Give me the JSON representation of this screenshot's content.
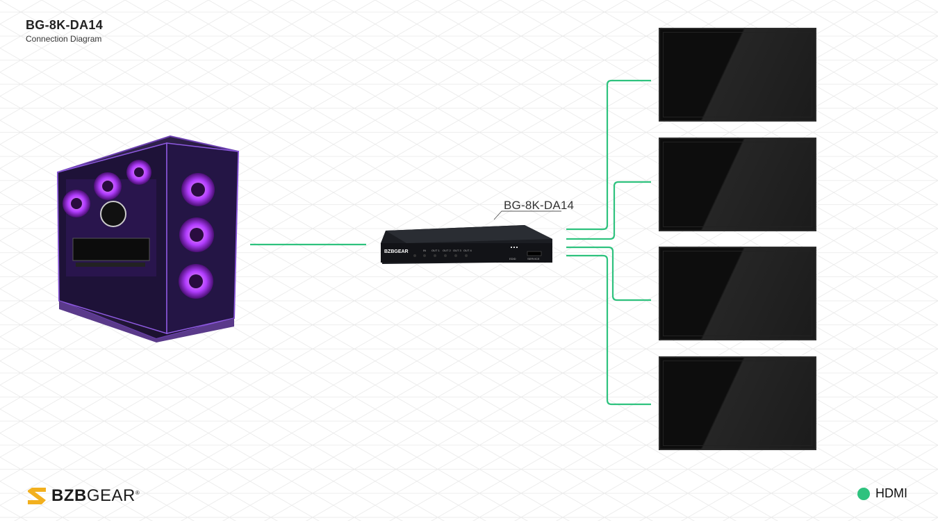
{
  "header": {
    "title": "BG-8K-DA14",
    "subtitle": "Connection Diagram"
  },
  "devices": {
    "source_icon": "gaming-pc-tower",
    "splitter": {
      "label": "BG-8K-DA14",
      "brand": "BZBGEAR",
      "ports": [
        "IN",
        "OUT 1",
        "OUT 2",
        "OUT 3",
        "OUT 4"
      ],
      "edid_label": "EDID",
      "service_label": "SERVICE"
    },
    "displays": [
      {
        "icon": "monitor-1"
      },
      {
        "icon": "monitor-2"
      },
      {
        "icon": "monitor-3"
      },
      {
        "icon": "monitor-4"
      }
    ]
  },
  "footer": {
    "logo_text": "BZBGEAR",
    "logo_reg": "®"
  },
  "legend": {
    "label": "HDMI",
    "color": "#2ec27e"
  }
}
